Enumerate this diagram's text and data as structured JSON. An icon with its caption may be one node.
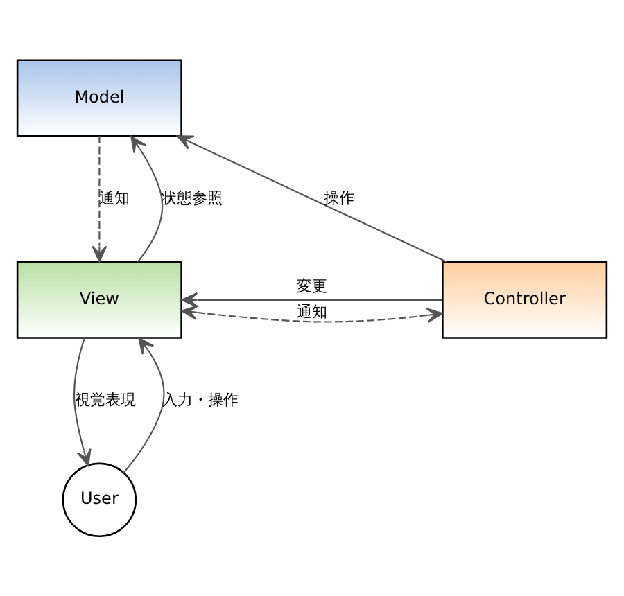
{
  "diagram": {
    "nodes": [
      {
        "text": [
          "Model"
        ]
      },
      {
        "text": [
          "View"
        ]
      },
      {
        "text": [
          "Controller"
        ]
      },
      {
        "text": [
          "User"
        ]
      }
    ],
    "edges": [
      {
        "from": 0,
        "to": 1,
        "arrow": "to",
        "style": "dashed",
        "label": "通知"
      },
      {
        "from": 1,
        "to": 0,
        "arrow": "to",
        "label": "状態参照"
      },
      {
        "from": 2,
        "to": 0,
        "arrow": "to",
        "label": "操作"
      },
      {
        "from": 2,
        "to": 1,
        "arrow": "to",
        "label": "変更"
      },
      {
        "from": 1,
        "to": 2,
        "arrow": "both",
        "style": "dashed",
        "label": "通知"
      },
      {
        "from": 1,
        "to": 3,
        "arrow": "to",
        "label": "視覚表現"
      },
      {
        "from": 3,
        "to": 1,
        "arrow": "to",
        "label": "入力・操作"
      }
    ]
  }
}
